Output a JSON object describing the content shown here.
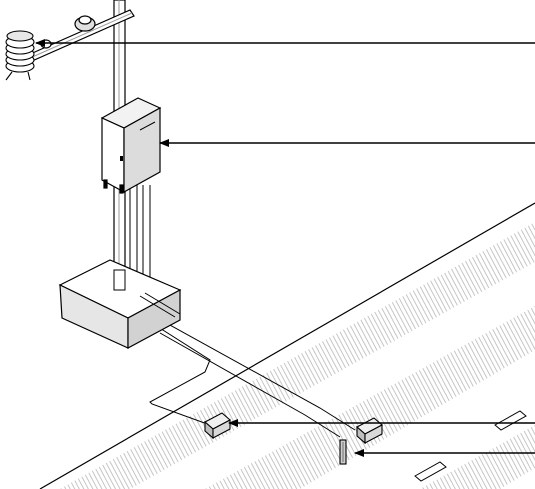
{
  "diagram": {
    "components": [
      {
        "id": "sensor-shield",
        "icon": "sensor-shield-icon"
      },
      {
        "id": "controller-cabinet",
        "icon": "cabinet-icon"
      },
      {
        "id": "road-sensor-left",
        "icon": "road-sensor-icon"
      },
      {
        "id": "road-sensor-right",
        "icon": "road-sensor-icon"
      }
    ],
    "callout_count": 4,
    "colors": {
      "line": "#000000",
      "fill": "#ffffff",
      "shade": "#d8d8d8",
      "pavement_hatch": "#bdbdbd"
    }
  }
}
